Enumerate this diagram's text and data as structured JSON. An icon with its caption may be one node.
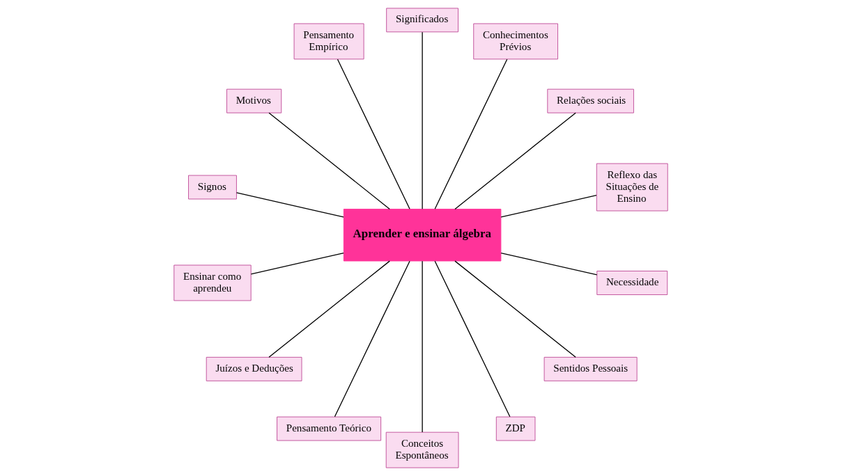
{
  "diagram": {
    "nodes": [
      {
        "text": [
          "Aprender e ensinar álgebra"
        ]
      },
      {
        "text": [
          "Reflexo das Situações de Ensino"
        ]
      },
      {
        "text": [
          "Relações sociais"
        ]
      },
      {
        "text": [
          "Conhecimentos Prévios"
        ]
      },
      {
        "text": [
          "Significados"
        ]
      },
      {
        "text": [
          "Pensamento Empírico"
        ]
      },
      {
        "text": [
          "Motivos"
        ]
      },
      {
        "text": [
          "Signos"
        ]
      },
      {
        "text": [
          "Ensinar como aprendeu"
        ]
      },
      {
        "text": [
          "Juízos e Deduções"
        ]
      },
      {
        "text": [
          "Pensamento Teórico"
        ]
      },
      {
        "text": [
          "Conceitos Espontâneos"
        ]
      },
      {
        "text": [
          "ZDP"
        ]
      },
      {
        "text": [
          "Sentidos Pessoais"
        ]
      },
      {
        "text": [
          "Necessidade"
        ]
      }
    ],
    "edges": [
      {
        "from": 0,
        "to": 1,
        "arrow": "none"
      },
      {
        "from": 0,
        "to": 2,
        "arrow": "none"
      },
      {
        "from": 0,
        "to": 3,
        "arrow": "none"
      },
      {
        "from": 0,
        "to": 4,
        "arrow": "none"
      },
      {
        "from": 0,
        "to": 5,
        "arrow": "none"
      },
      {
        "from": 0,
        "to": 6,
        "arrow": "none"
      },
      {
        "from": 0,
        "to": 7,
        "arrow": "none"
      },
      {
        "from": 0,
        "to": 8,
        "arrow": "none"
      },
      {
        "from": 0,
        "to": 9,
        "arrow": "none"
      },
      {
        "from": 0,
        "to": 10,
        "arrow": "none"
      },
      {
        "from": 0,
        "to": 11,
        "arrow": "none"
      },
      {
        "from": 0,
        "to": 12,
        "arrow": "none"
      },
      {
        "from": 0,
        "to": 13,
        "arrow": "none"
      },
      {
        "from": 0,
        "to": 14,
        "arrow": "none"
      }
    ]
  }
}
